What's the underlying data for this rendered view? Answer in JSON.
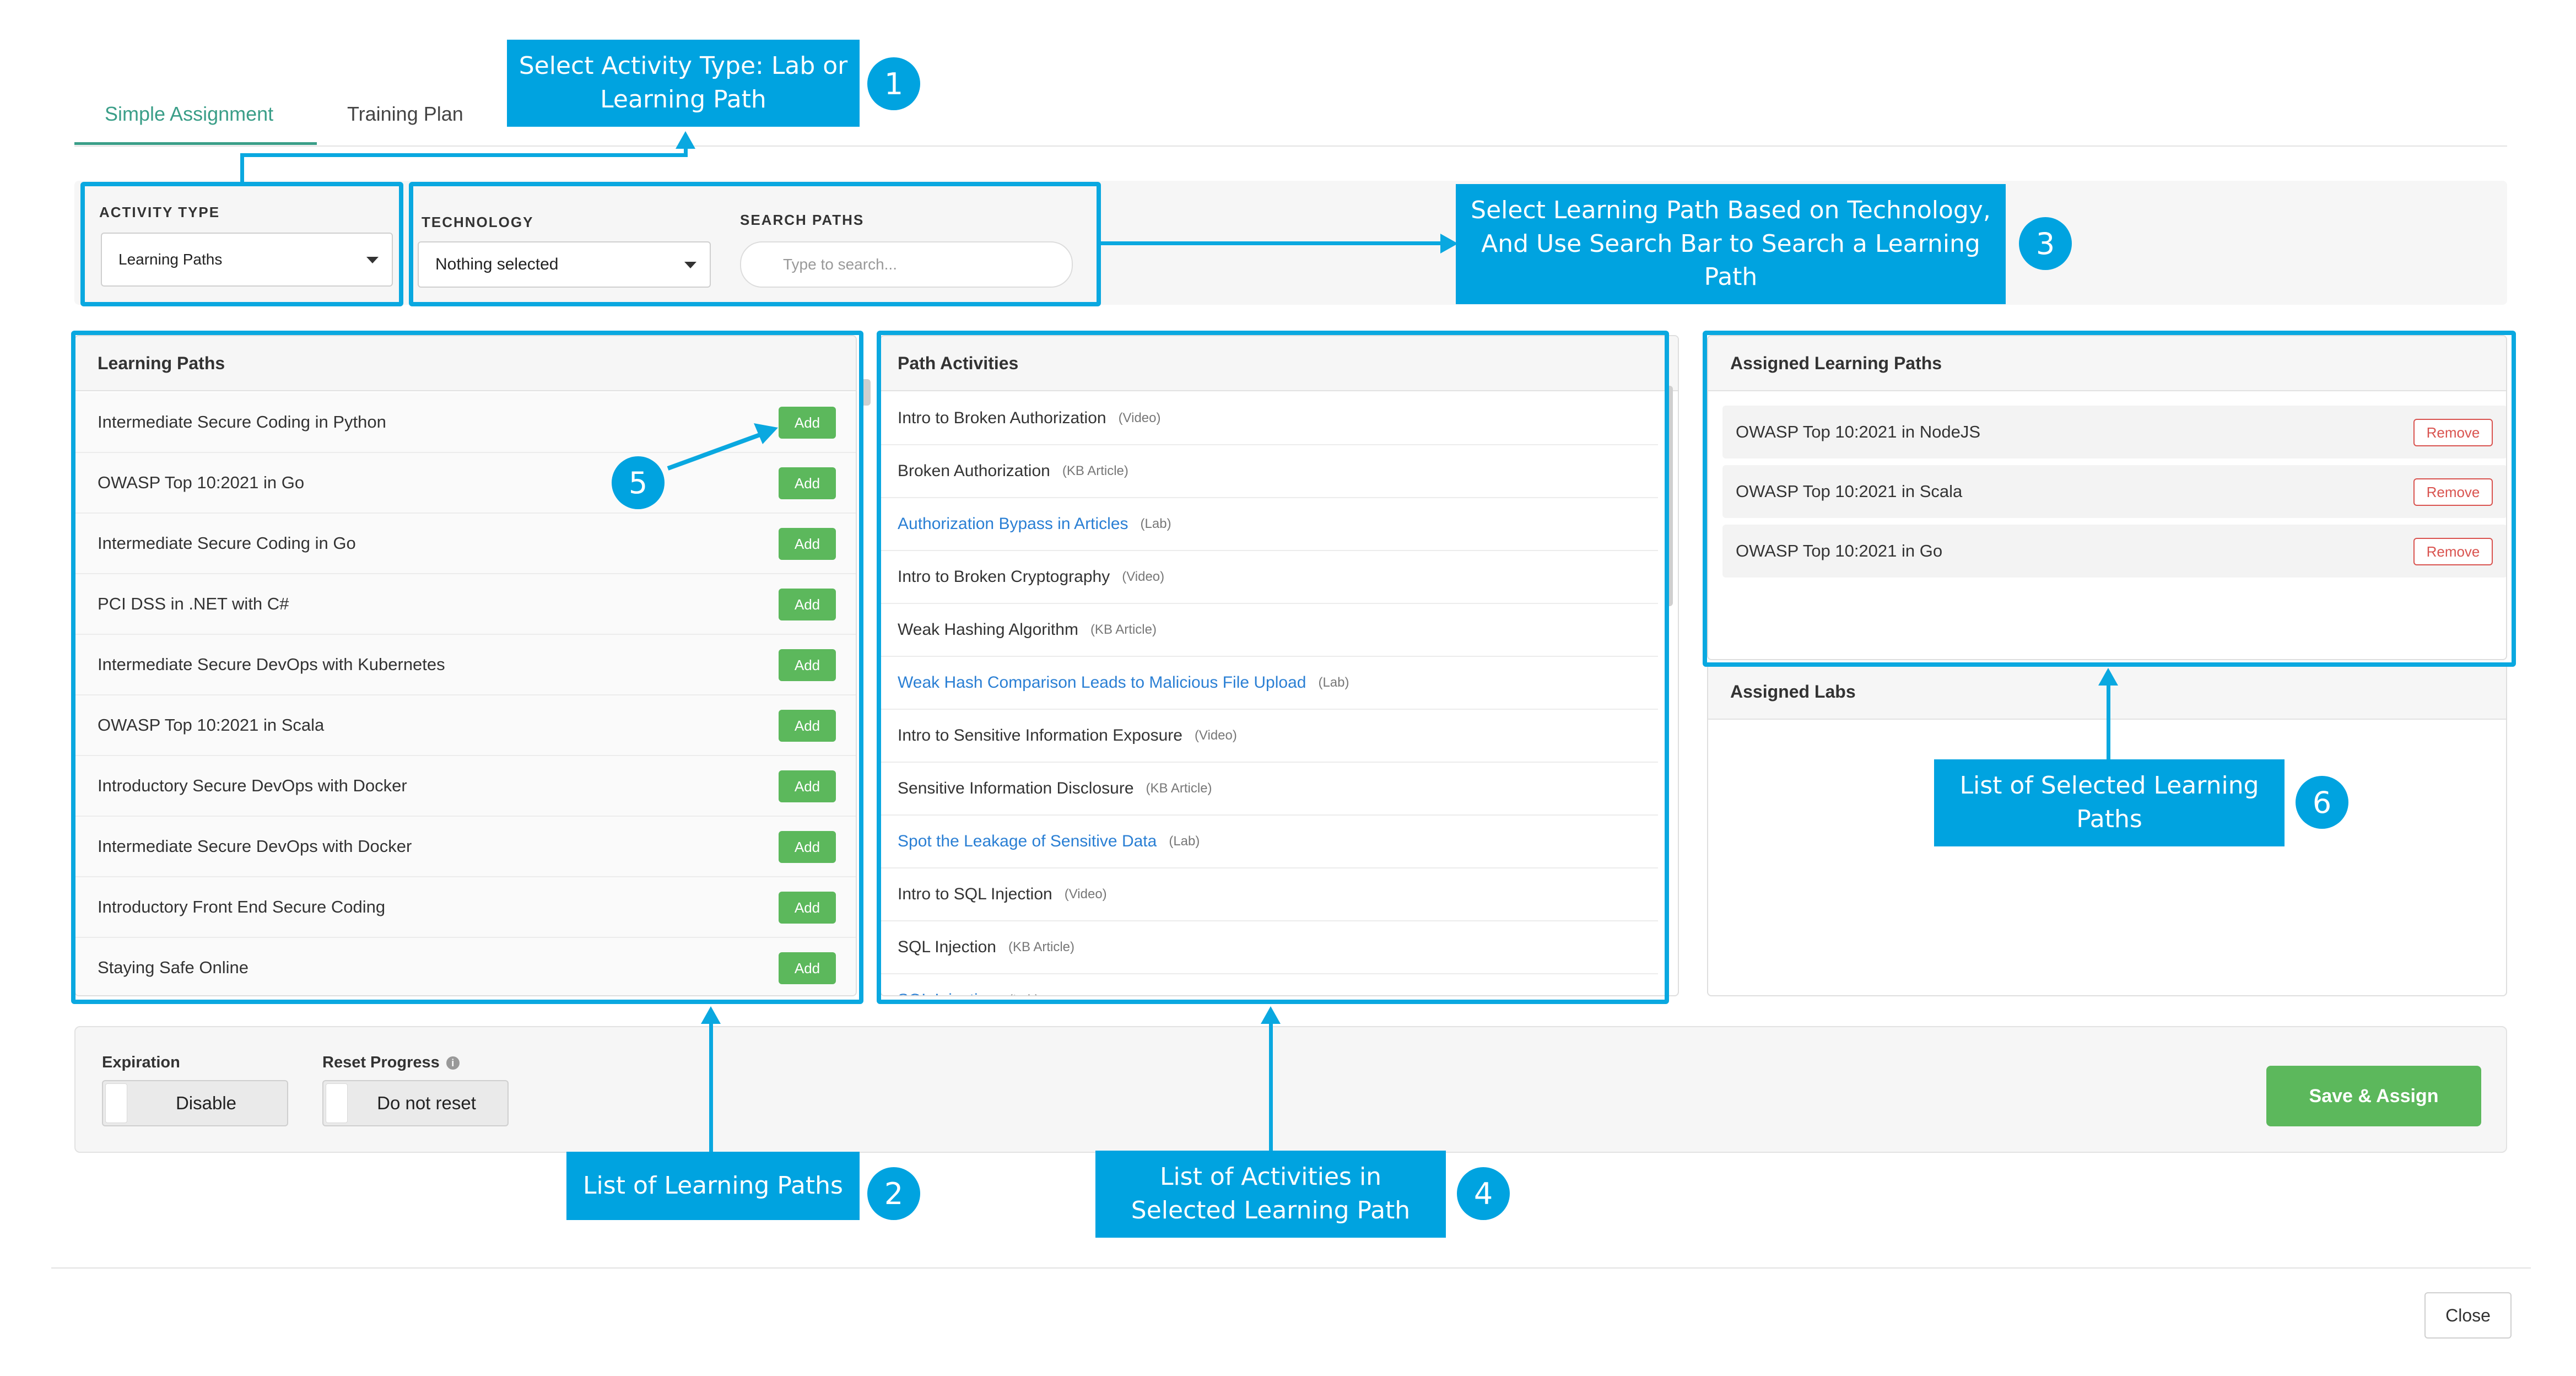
{
  "tabs": [
    "Simple Assignment",
    "Training Plan"
  ],
  "filters": {
    "activity_type_label": "ACTIVITY TYPE",
    "activity_type_value": "Learning Paths",
    "technology_label": "TECHNOLOGY",
    "technology_value": "Nothing selected",
    "search_label": "SEARCH PATHS",
    "search_placeholder": "Type to search..."
  },
  "learning_paths": {
    "title": "Learning Paths",
    "add_label": "Add",
    "items": [
      "Intermediate Secure Coding in Python",
      "OWASP Top 10:2021 in Go",
      "Intermediate Secure Coding in Go",
      "PCI DSS in .NET with C#",
      "Intermediate Secure DevOps with Kubernetes",
      "OWASP Top 10:2021 in Scala",
      "Introductory Secure DevOps with Docker",
      "Intermediate Secure DevOps with Docker",
      "Introductory Front End Secure Coding",
      "Staying Safe Online"
    ]
  },
  "path_activities": {
    "title": "Path Activities",
    "items": [
      {
        "title": "Intro to Broken Authorization",
        "type": "(Video)",
        "link": false
      },
      {
        "title": "Broken Authorization",
        "type": "(KB Article)",
        "link": false
      },
      {
        "title": "Authorization Bypass in Articles",
        "type": "(Lab)",
        "link": true
      },
      {
        "title": "Intro to Broken Cryptography",
        "type": "(Video)",
        "link": false
      },
      {
        "title": "Weak Hashing Algorithm",
        "type": "(KB Article)",
        "link": false
      },
      {
        "title": "Weak Hash Comparison Leads to Malicious File Upload",
        "type": "(Lab)",
        "link": true
      },
      {
        "title": "Intro to Sensitive Information Exposure",
        "type": "(Video)",
        "link": false
      },
      {
        "title": "Sensitive Information Disclosure",
        "type": "(KB Article)",
        "link": false
      },
      {
        "title": "Spot the Leakage of Sensitive Data",
        "type": "(Lab)",
        "link": true
      },
      {
        "title": "Intro to SQL Injection",
        "type": "(Video)",
        "link": false
      },
      {
        "title": "SQL Injection",
        "type": "(KB Article)",
        "link": false
      },
      {
        "title": "SQL Injection",
        "type": "(Lab)",
        "link": true
      }
    ]
  },
  "assigned_paths": {
    "title": "Assigned Learning Paths",
    "remove_label": "Remove",
    "items": [
      "OWASP Top 10:2021 in NodeJS",
      "OWASP Top 10:2021 in Scala",
      "OWASP Top 10:2021 in Go"
    ]
  },
  "assigned_labs": {
    "title": "Assigned Labs"
  },
  "bottom": {
    "expiration_label": "Expiration",
    "expiration_value": "Disable",
    "reset_label": "Reset Progress",
    "reset_value": "Do not reset",
    "save_label": "Save & Assign"
  },
  "footer": {
    "close_label": "Close"
  },
  "annotations": {
    "c1": "Select Activity Type: Lab or Learning Path",
    "c2": "List of Learning Paths",
    "c3": "Select Learning Path Based on Technology, And Use Search Bar to Search a Learning Path",
    "c4": "List of Activities in Selected Learning Path",
    "c6": "List of Selected Learning Paths",
    "n1": "1",
    "n2": "2",
    "n3": "3",
    "n4": "4",
    "n5": "5",
    "n6": "6"
  },
  "colors": {
    "accent": "#3a9e88",
    "annotation": "#00a3e0",
    "add": "#5cb85c",
    "remove": "#d9534f",
    "link": "#2a7fd4"
  }
}
